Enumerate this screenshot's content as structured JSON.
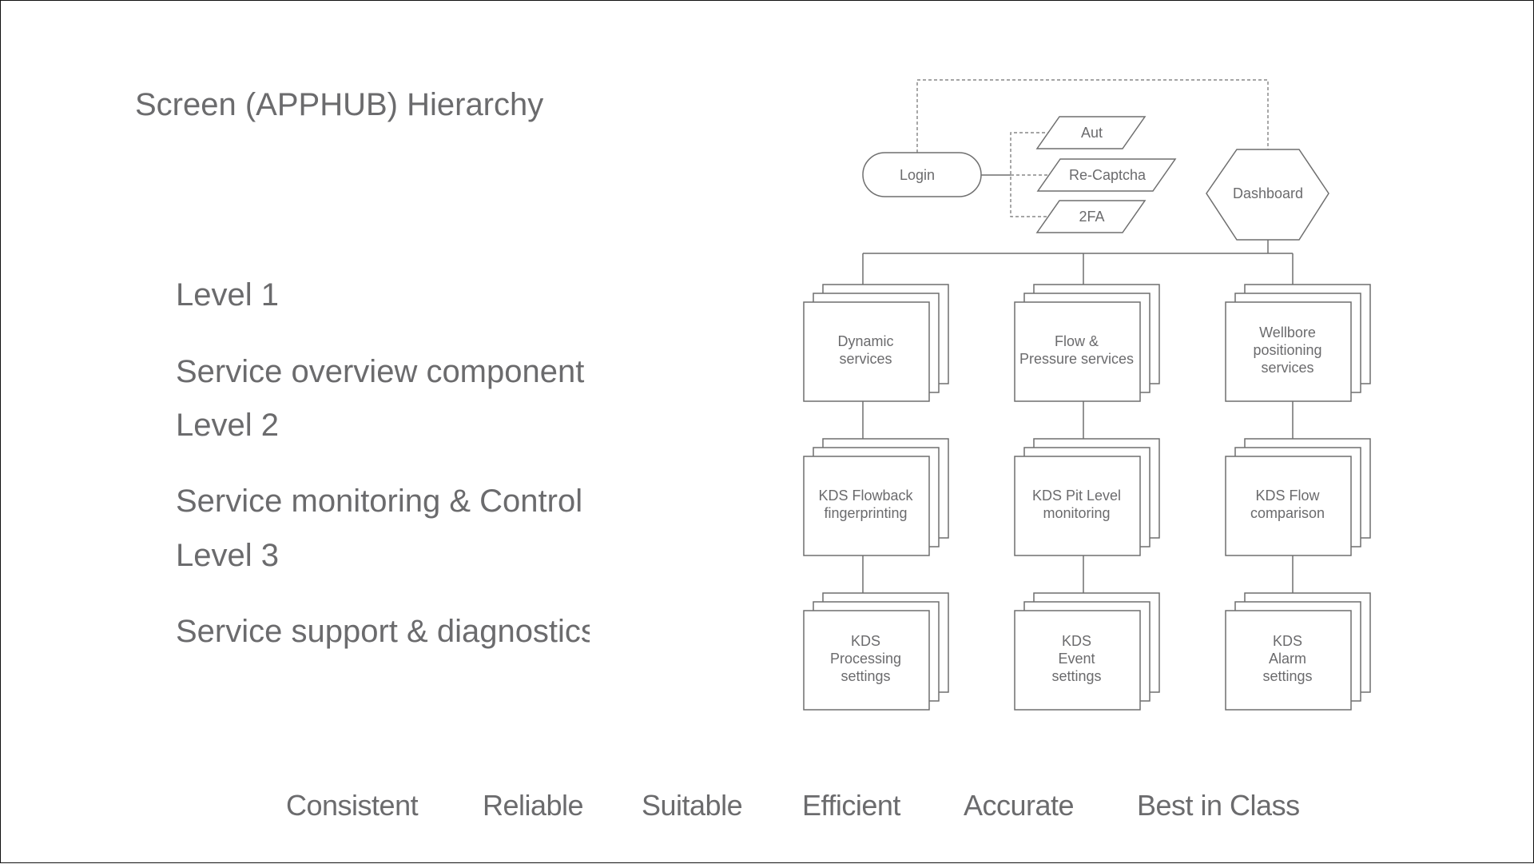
{
  "slide": {
    "title": "Screen (APPHUB) Hierarchy",
    "levels": [
      {
        "label": "Level 1",
        "description": "Service overview component"
      },
      {
        "label": "Level 2",
        "description": "Service monitoring & Control"
      },
      {
        "label": "Level 3",
        "description": "Service support & diagnostics"
      }
    ],
    "values": [
      "Consistent",
      "Reliable",
      "Suitable",
      "Efficient",
      "Accurate",
      "Best in Class"
    ]
  },
  "diagram": {
    "login": {
      "label": "Login",
      "shape": "terminator"
    },
    "auth_methods": [
      {
        "label": "Aut",
        "shape": "parallelogram"
      },
      {
        "label": "Re-Captcha",
        "shape": "parallelogram"
      },
      {
        "label": "2FA",
        "shape": "parallelogram"
      }
    ],
    "dashboard": {
      "label": "Dashboard",
      "shape": "hexagon"
    },
    "columns": [
      {
        "level1": [
          "Dynamic",
          "services"
        ],
        "level2": [
          "KDS Flowback",
          "fingerprinting"
        ],
        "level3": [
          "KDS",
          "Processing",
          "settings"
        ]
      },
      {
        "level1": [
          "Flow &",
          "Pressure services"
        ],
        "level2": [
          "KDS Pit Level",
          "monitoring"
        ],
        "level3": [
          "KDS",
          "Event",
          "settings"
        ]
      },
      {
        "level1": [
          "Wellbore",
          "positioning",
          "services"
        ],
        "level2": [
          "KDS Flow",
          "comparison"
        ],
        "level3": [
          "KDS",
          "Alarm",
          "settings"
        ]
      }
    ],
    "colors": {
      "stroke": "#6f6f6f",
      "text": "#6b6b6d",
      "background": "#ffffff"
    }
  }
}
